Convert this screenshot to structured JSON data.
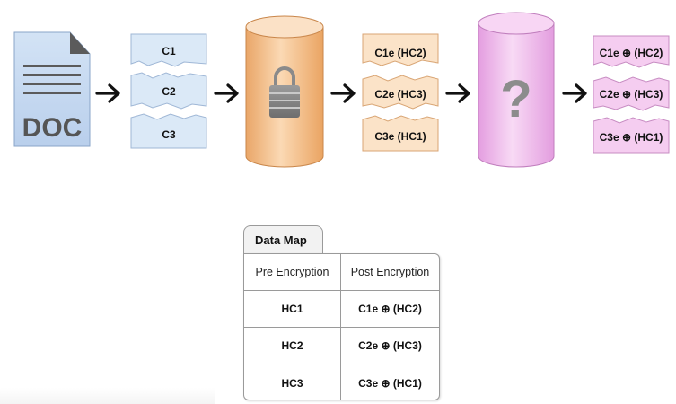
{
  "document": {
    "label": "DOC"
  },
  "plain_chunks": [
    "C1",
    "C2",
    "C3"
  ],
  "encrypted_chunks": [
    "C1e (HC2)",
    "C2e (HC3)",
    "C3e (HC1)"
  ],
  "unknown_store": {
    "glyph": "?"
  },
  "xor_chunks": [
    "C1e ⊕ (HC2)",
    "C2e ⊕ (HC3)",
    "C3e ⊕ (HC1)"
  ],
  "data_map": {
    "title": "Data Map",
    "headers": [
      "Pre Encryption",
      "Post Encryption"
    ],
    "rows": [
      [
        "HC1",
        "C1e ⊕ (HC2)"
      ],
      [
        "HC2",
        "C2e ⊕ (HC3)"
      ],
      [
        "HC3",
        "C3e ⊕ (HC1)"
      ]
    ]
  },
  "colors": {
    "doc_fill": "#c5d9f1",
    "doc_lines": "#5b5b5b",
    "plain_fill": "#dbe9f7",
    "encrypt_cylinder": "#f7c99a",
    "encrypted_fill": "#fbe3c8",
    "unknown_cylinder": "#f2c3ee",
    "xor_fill": "#f5cdf0",
    "arrow": "#111111"
  }
}
